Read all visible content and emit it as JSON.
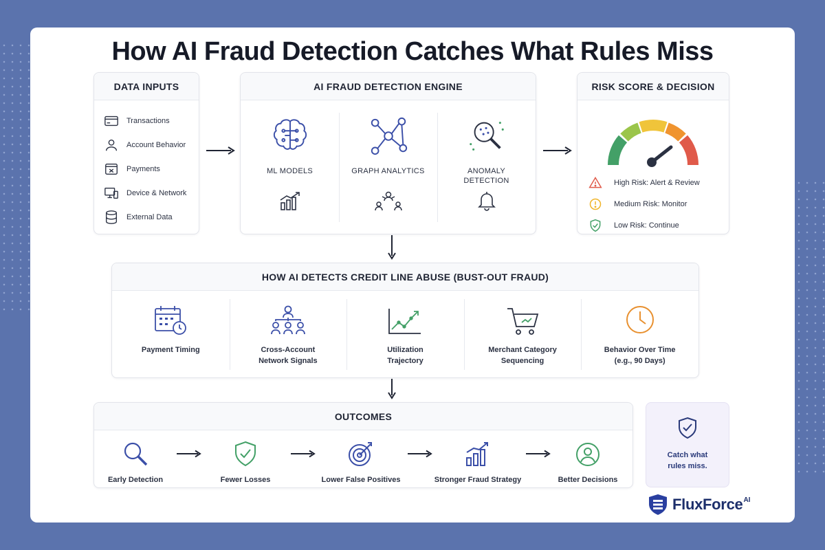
{
  "title": "How AI Fraud Detection Catches What Rules Miss",
  "data_inputs": {
    "heading": "DATA INPUTS",
    "items": [
      {
        "label": "Transactions",
        "icon": "credit-card-icon"
      },
      {
        "label": "Account Behavior",
        "icon": "user-icon"
      },
      {
        "label": "Payments",
        "icon": "payment-icon"
      },
      {
        "label": "Device & Network",
        "icon": "device-icon"
      },
      {
        "label": "External Data",
        "icon": "database-icon"
      }
    ]
  },
  "engine": {
    "heading": "AI FRAUD DETECTION ENGINE",
    "columns": [
      {
        "label": "ML MODELS",
        "icon": "brain-icon",
        "sub_icon": "bar-chart-icon"
      },
      {
        "label": "GRAPH ANALYTICS",
        "icon": "network-graph-icon",
        "sub_icon": "people-network-icon"
      },
      {
        "label": "ANOMALY DETECTION",
        "icon": "magnifier-icon",
        "sub_icon": "bell-icon"
      }
    ]
  },
  "risk": {
    "heading": "RISK SCORE & DECISION",
    "items": [
      {
        "label": "High Risk: Alert & Review",
        "icon": "warning-icon",
        "color": "#e05a4a"
      },
      {
        "label": "Medium Risk: Monitor",
        "icon": "exclamation-icon",
        "color": "#f0b429"
      },
      {
        "label": "Low Risk: Continue",
        "icon": "shield-check-icon",
        "color": "#43a067"
      }
    ]
  },
  "credit": {
    "heading": "HOW AI DETECTS CREDIT LINE ABUSE (BUST-OUT FRAUD)",
    "columns": [
      {
        "line1": "Payment Timing",
        "line2": "",
        "icon": "calendar-clock-icon"
      },
      {
        "line1": "Cross-Account",
        "line2": "Network Signals",
        "icon": "org-network-icon"
      },
      {
        "line1": "Utilization",
        "line2": "Trajectory",
        "icon": "trend-chart-icon"
      },
      {
        "line1": "Merchant Category",
        "line2": "Sequencing",
        "icon": "cart-icon"
      },
      {
        "line1": "Behavior Over Time",
        "line2": "(e.g., 90 Days)",
        "icon": "clock-icon"
      }
    ]
  },
  "outcomes": {
    "heading": "OUTCOMES",
    "items": [
      {
        "label": "Early Detection",
        "icon": "search-icon"
      },
      {
        "label": "Fewer Losses",
        "icon": "shield-check-icon"
      },
      {
        "label": "Lower False Positives",
        "icon": "target-icon"
      },
      {
        "label": "Stronger Fraud Strategy",
        "icon": "growth-chart-icon"
      },
      {
        "label": "Better Decisions",
        "icon": "user-circle-icon"
      }
    ]
  },
  "catch": {
    "line1": "Catch what",
    "line2": "rules miss."
  },
  "brand": {
    "name": "FluxForce",
    "suffix": "AI"
  },
  "colors": {
    "accent": "#3b4fa8",
    "background": "#5b73ad",
    "green": "#43a067",
    "orange": "#e8902f"
  }
}
